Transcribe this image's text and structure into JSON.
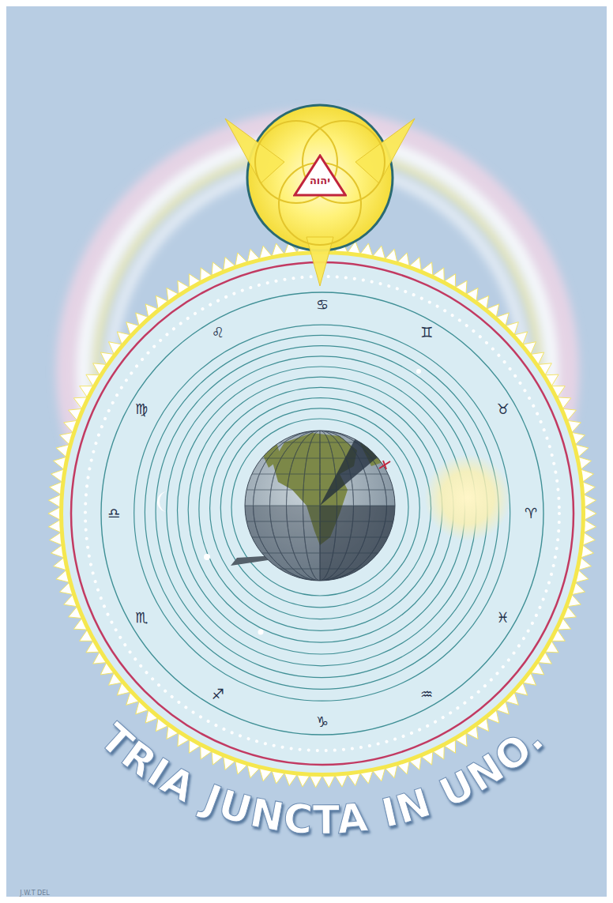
{
  "diagram": {
    "title": "TRIA JUNCTA IN UNO.",
    "nodes": [
      {
        "text": [
          "יהוה"
        ]
      }
    ],
    "labels": [
      "♋",
      "♊",
      "♉",
      "♈",
      "♓",
      "♒",
      "♑",
      "♐",
      "♏",
      "♎",
      "♍",
      "♌",
      "J.W.T DEL"
    ]
  }
}
